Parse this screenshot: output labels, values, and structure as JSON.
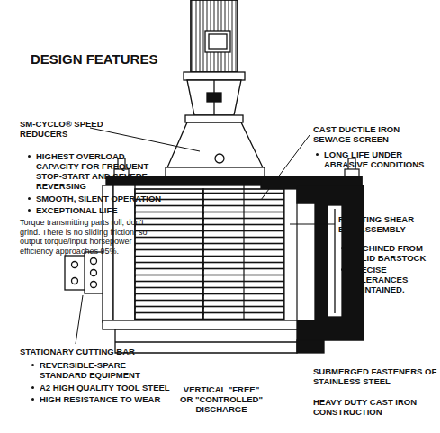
{
  "diagram": {
    "title": "DESIGN FEATURES",
    "labels": [
      "SM-CYCLO® SPEED REDUCERS",
      "HIGHEST OVERLOAD CAPACITY FOR FREQUENT STOP-START AND SEVERE REVERSING",
      "SMOOTH, SILENT OPERATION",
      "EXCEPTIONAL LIFE",
      "Torque transmitting parts roll, don't grind. There is no sliding friction, so output torque/input horsepower efficiency approaches 95%.",
      "CAST DUCTILE IRON SEWAGE SCREEN",
      "LONG LIFE UNDER ABRASIVE CONDITIONS",
      "ROTATING SHEAR BAR ASSEMBLY",
      "MACHINED FROM SOLID BARSTOCK",
      "PRECISE TOLERANCES MAINTAINED.",
      "STATIONARY CUTTING BAR",
      "REVERSIBLE-SPARE STANDARD EQUIPMENT",
      "A2 HIGH QUALITY TOOL STEEL",
      "HIGH RESISTANCE TO WEAR",
      "VERTICAL \"FREE\" OR \"CONTROLLED\" DISCHARGE",
      "SUBMERGED FASTENERS OF STAINLESS STEEL",
      "HEAVY DUTY CAST IRON CONSTRUCTION"
    ]
  }
}
